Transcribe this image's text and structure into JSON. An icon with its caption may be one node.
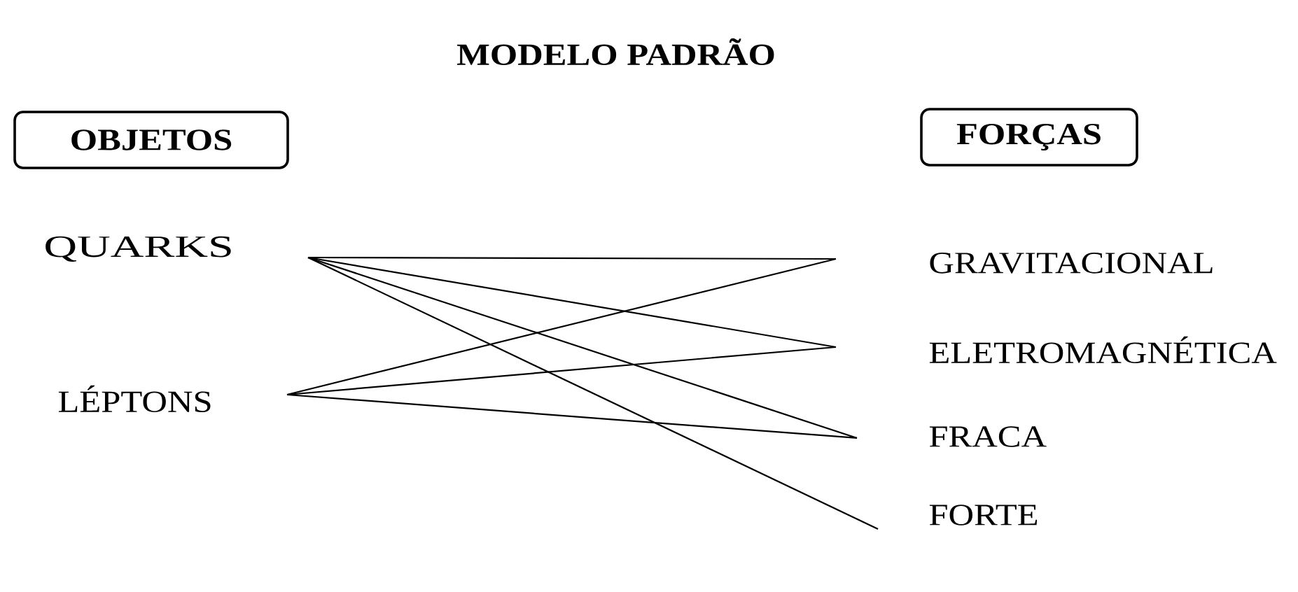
{
  "diagram": {
    "title": "MODELO PADRÃO",
    "nodes": [
      {
        "text": [
          "OBJETOS"
        ]
      },
      {
        "text": [
          "FORÇAS"
        ]
      },
      {
        "text": [
          "QUARKS"
        ]
      },
      {
        "text": [
          "LÉPTONS"
        ]
      },
      {
        "text": [
          "GRAVITACIONAL"
        ]
      },
      {
        "text": [
          "ELETROMAGNÉTICA"
        ]
      },
      {
        "text": [
          "FRACA"
        ]
      },
      {
        "text": [
          "FORTE"
        ]
      }
    ],
    "edges": [
      {
        "from": 2,
        "to": 4,
        "arrow": "none"
      },
      {
        "from": 2,
        "to": 5,
        "arrow": "none"
      },
      {
        "from": 2,
        "to": 6,
        "arrow": "none"
      },
      {
        "from": 2,
        "to": 7,
        "arrow": "none"
      },
      {
        "from": 3,
        "to": 4,
        "arrow": "none"
      },
      {
        "from": 3,
        "to": 5,
        "arrow": "none"
      },
      {
        "from": 3,
        "to": 6,
        "arrow": "none"
      }
    ]
  }
}
